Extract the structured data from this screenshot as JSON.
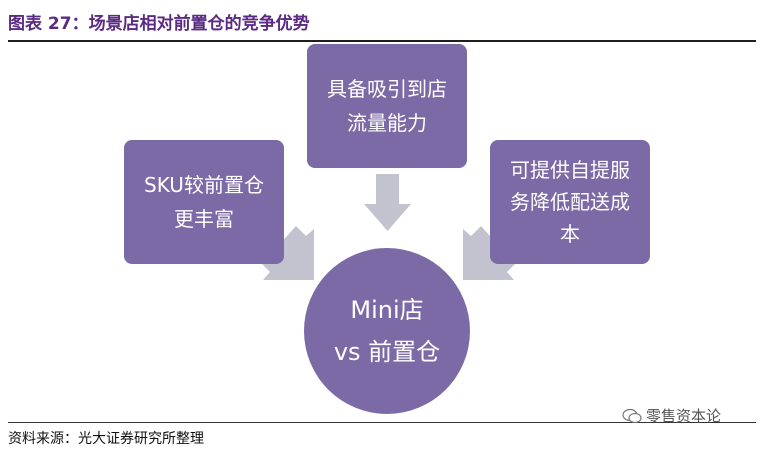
{
  "title": "图表 27：场景店相对前置仓的竞争优势",
  "diagram": {
    "center": {
      "lines": [
        "Mini店",
        "vs 前置仓"
      ]
    },
    "boxes": [
      {
        "lines": [
          "SKU较前置仓",
          "更丰富"
        ]
      },
      {
        "lines": [
          "具备吸引到店",
          "流量能力"
        ]
      },
      {
        "lines": [
          "可提供自提服",
          "务降低配送成",
          "本"
        ]
      }
    ],
    "colors": {
      "shape": "#7b6aa6",
      "arrow": "#c3c3cf",
      "title": "#5b2a83"
    }
  },
  "source": "资料来源：光大证券研究所整理",
  "watermark": "零售资本论"
}
